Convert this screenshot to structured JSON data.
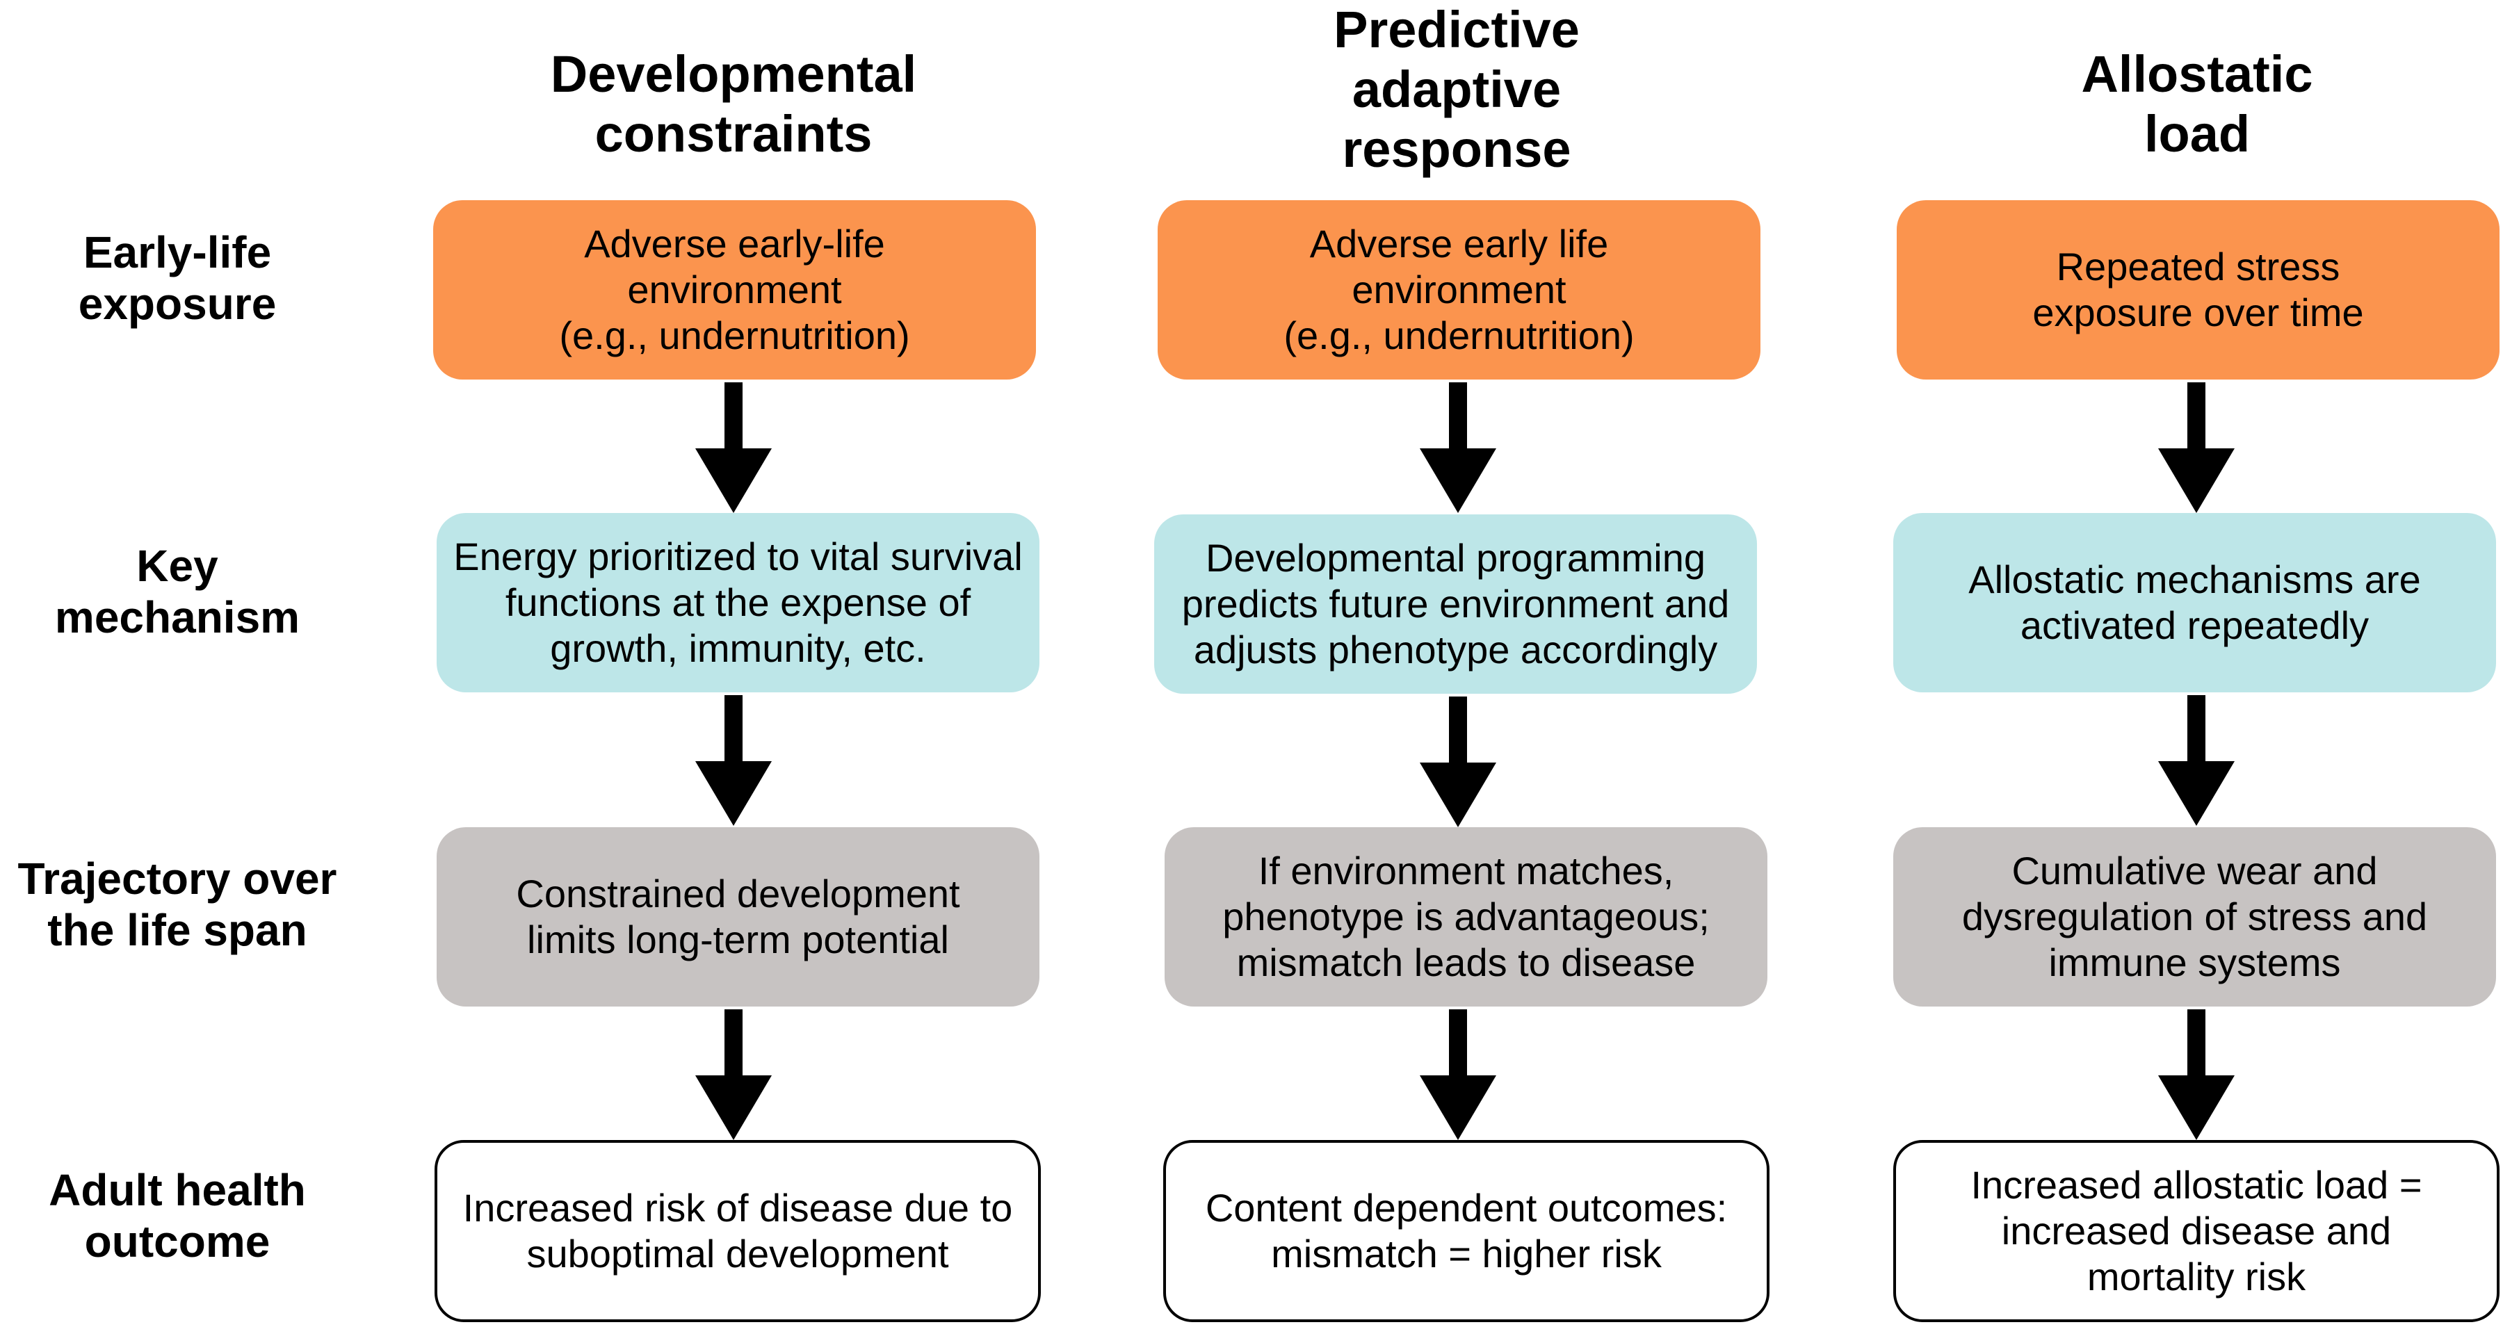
{
  "columns": [
    {
      "title": "Developmental\nconstraints",
      "exposure": "Adverse early-life\nenvironment\n(e.g., undernutrition)",
      "mechanism": "Energy prioritized to vital survival\nfunctions at the expense of\ngrowth, immunity, etc.",
      "trajectory": "Constrained development\nlimits long-term potential",
      "outcome": "Increased risk of disease due to\nsuboptimal development"
    },
    {
      "title": "Predictive\nadaptive\nresponse",
      "exposure": "Adverse early life\nenvironment\n(e.g., undernutrition)",
      "mechanism": "Developmental programming\npredicts future environment and\nadjusts phenotype accordingly",
      "trajectory": "If environment matches,\nphenotype is advantageous;\nmismatch leads to disease",
      "outcome": "Content dependent outcomes:\nmismatch = higher risk"
    },
    {
      "title": "Allostatic\nload",
      "exposure": "Repeated stress\nexposure over time",
      "mechanism": "Allostatic mechanisms are\nactivated repeatedly",
      "trajectory": "Cumulative wear and\ndysregulation of stress and\nimmune systems",
      "outcome": "Increased allostatic load =\nincreased disease and\nmortality risk"
    }
  ],
  "rows": {
    "exposure": "Early-life\nexposure",
    "mechanism": "Key\nmechanism",
    "trajectory": "Trajectory over\nthe life span",
    "outcome": "Adult health\noutcome"
  },
  "colors": {
    "exposure": "#fb944e",
    "mechanism": "#bde6e8",
    "trajectory": "#c7c3c2",
    "outcome": "#ffffff",
    "arrow": "#000000"
  }
}
